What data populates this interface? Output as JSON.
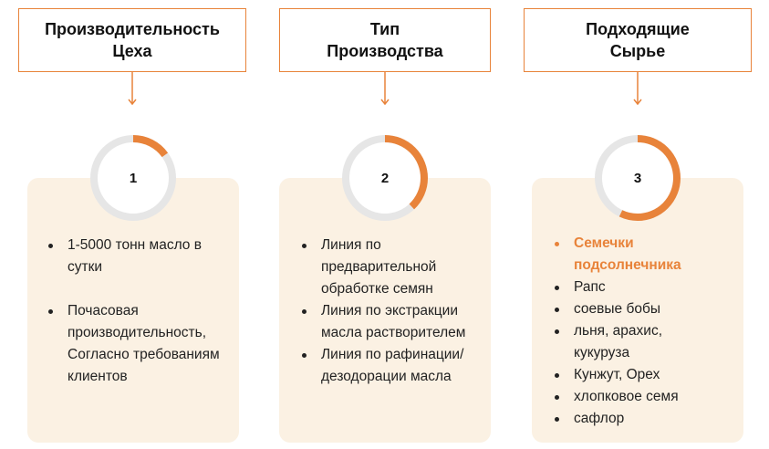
{
  "columns": [
    {
      "title": "Производительность Цеха",
      "number": "1",
      "progress": 0.15,
      "items": [
        "1-5000 тонн масло в сутки",
        "Почасовая производительность, Согласно требованиям клиентов"
      ]
    },
    {
      "title": "Тип Производства",
      "number": "2",
      "progress": 0.38,
      "items": [
        "Линия по предварительной обработке семян",
        "Линия по экстракции масла растворителем",
        "Линия по рафинации/ дезодорации масла"
      ]
    },
    {
      "title": "Подходящие Сырье",
      "number": "3",
      "progress": 0.57,
      "items": [
        "Семечки подсолнечника",
        "Рапс",
        "соевые бобы",
        "льня, арахис, кукуруза",
        "Кунжут, Орех",
        "хлопковое семя",
        "сафлор"
      ]
    }
  ],
  "colors": {
    "accent": "#e8833a",
    "ring_track": "#e6e6e6",
    "card_bg": "#fbf1e3"
  }
}
